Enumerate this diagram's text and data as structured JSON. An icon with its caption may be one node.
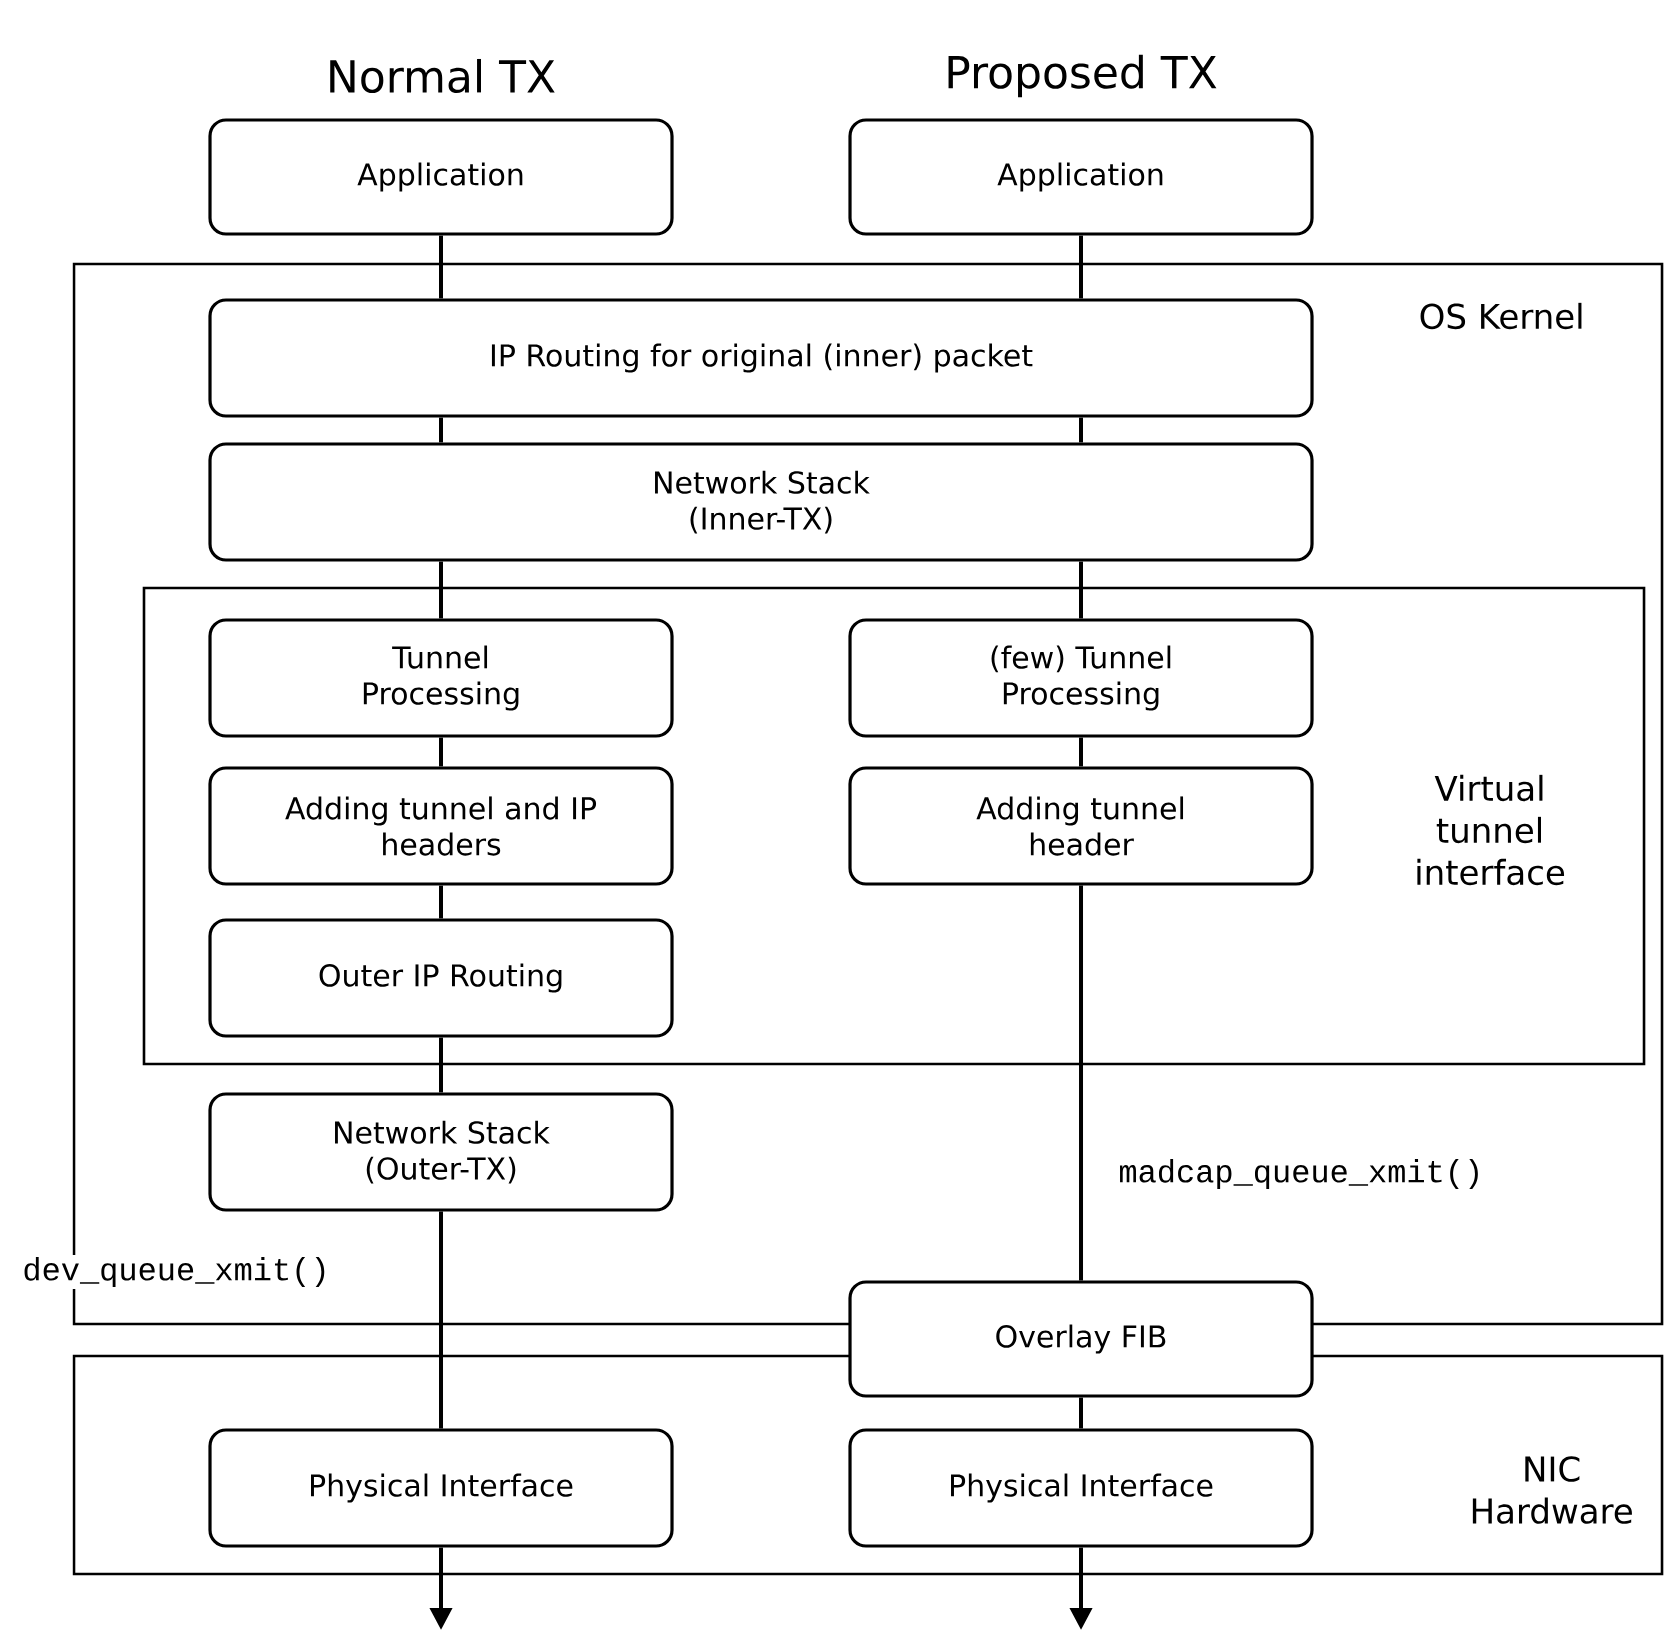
{
  "diagram": {
    "nodes": [
      {
        "text": [
          "OS Kernel"
        ]
      },
      {
        "text": [
          "NIC Hardware"
        ]
      },
      {
        "text": [
          "Application"
        ]
      },
      {
        "text": [
          "Application"
        ]
      },
      {
        "text": [
          "IP Routing for original (inner) packet"
        ],
        "in": 0
      },
      {
        "text": [
          "Network Stack (Inner-TX)"
        ],
        "in": 0
      },
      {
        "text": [
          "Virtual tunnel interface"
        ],
        "in": 0
      },
      {
        "text": [
          "Tunnel Processing"
        ],
        "in": 6
      },
      {
        "text": [
          "(few) Tunnel Processing"
        ],
        "in": 6
      },
      {
        "text": [
          "Adding tunnel and IP headers"
        ],
        "in": 6
      },
      {
        "text": [
          "Adding tunnel header"
        ],
        "in": 6
      },
      {
        "text": [
          "Outer IP Routing"
        ],
        "in": 6
      },
      {
        "text": [
          "Network Stack (Outer-TX)"
        ],
        "in": 0
      },
      {
        "text": [
          "Overlay FIB"
        ]
      },
      {
        "text": [
          "Physical Interface"
        ],
        "in": 1
      },
      {
        "text": [
          "Physical Interface"
        ],
        "in": 1
      }
    ],
    "edges": [
      {
        "from": 2,
        "to": 4,
        "arrow": "none"
      },
      {
        "from": 3,
        "to": 4,
        "arrow": "none"
      },
      {
        "from": 4,
        "to": 5,
        "arrow": "none"
      },
      {
        "from": 4,
        "to": 5,
        "arrow": "none"
      },
      {
        "from": 5,
        "to": 7,
        "arrow": "none"
      },
      {
        "from": 5,
        "to": 8,
        "arrow": "none"
      },
      {
        "from": 7,
        "to": 9,
        "arrow": "none"
      },
      {
        "from": 8,
        "to": 10,
        "arrow": "none"
      },
      {
        "from": 9,
        "to": 11,
        "arrow": "none"
      },
      {
        "from": 11,
        "to": 12,
        "arrow": "none"
      },
      {
        "from": 12,
        "to": 14,
        "arrow": "none"
      },
      {
        "from": 10,
        "to": 13,
        "arrow": "none"
      },
      {
        "from": 13,
        "to": 15,
        "arrow": "none"
      },
      {
        "from": 14,
        "to": null,
        "arrow": "to"
      },
      {
        "from": 15,
        "to": null,
        "arrow": "to"
      }
    ],
    "labels": [
      "Normal TX",
      "Proposed TX",
      "madcap_queue_xmit()",
      "dev_queue_xmit()"
    ]
  }
}
